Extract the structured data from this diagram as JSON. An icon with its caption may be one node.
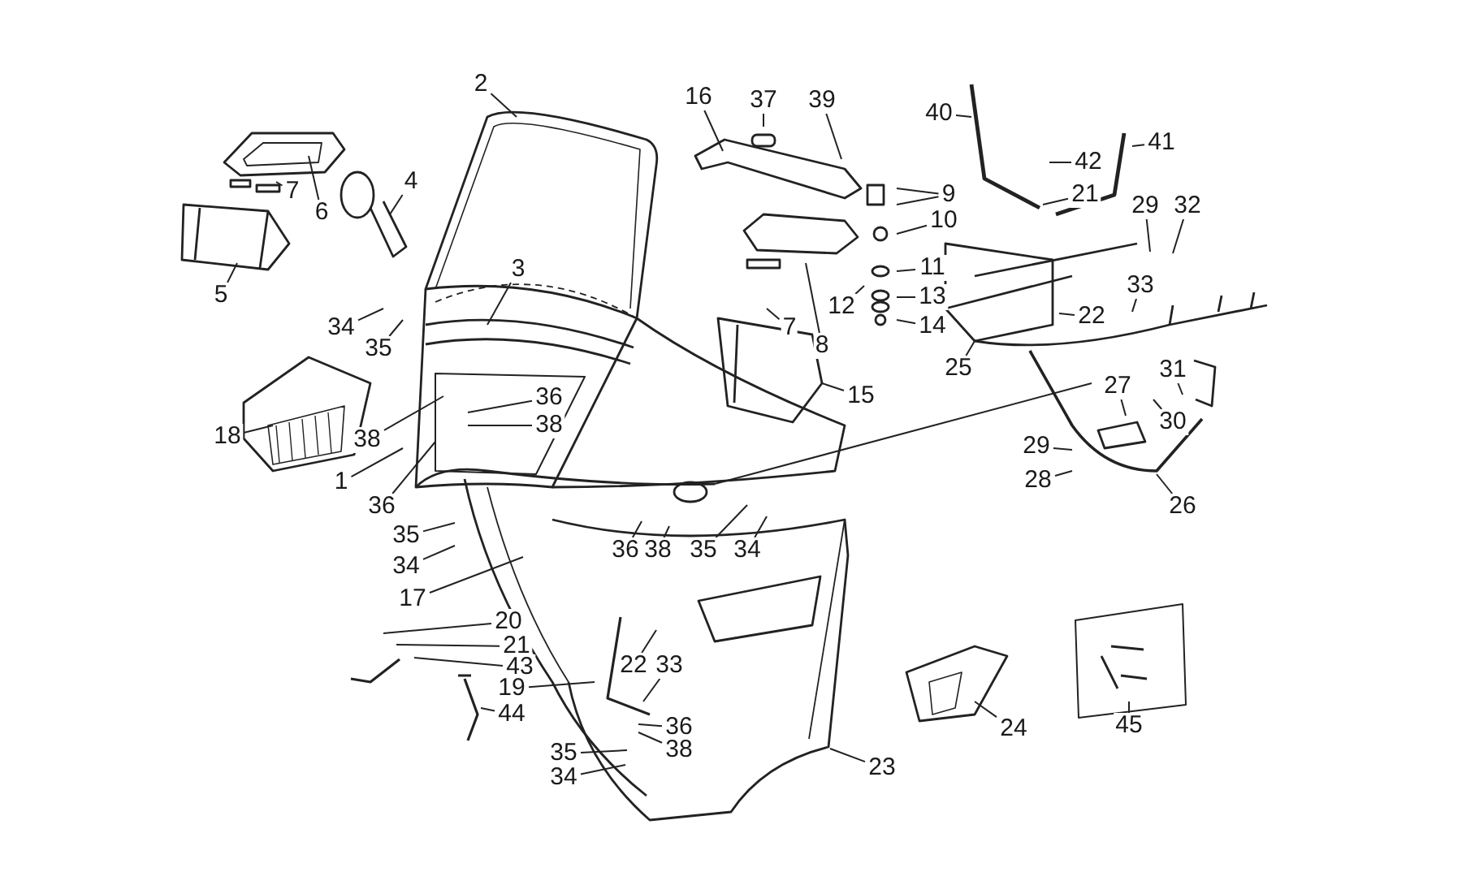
{
  "diagram": {
    "nodes": [
      {
        "text": [
          "2"
        ]
      },
      {
        "text": [
          "16"
        ]
      },
      {
        "text": [
          "37"
        ]
      },
      {
        "text": [
          "39"
        ]
      },
      {
        "text": [
          "40"
        ]
      },
      {
        "text": [
          "41"
        ]
      },
      {
        "text": [
          "4"
        ]
      },
      {
        "text": [
          "42"
        ]
      },
      {
        "text": [
          "21"
        ]
      },
      {
        "text": [
          "7"
        ]
      },
      {
        "text": [
          "6"
        ]
      },
      {
        "text": [
          "29"
        ]
      },
      {
        "text": [
          "32"
        ]
      },
      {
        "text": [
          "9"
        ]
      },
      {
        "text": [
          "10"
        ]
      },
      {
        "text": [
          "3"
        ]
      },
      {
        "text": [
          "11"
        ]
      },
      {
        "text": [
          "5"
        ]
      },
      {
        "text": [
          "12"
        ]
      },
      {
        "text": [
          "13"
        ]
      },
      {
        "text": [
          "22"
        ]
      },
      {
        "text": [
          "33"
        ]
      },
      {
        "text": [
          "14"
        ]
      },
      {
        "text": [
          "34"
        ]
      },
      {
        "text": [
          "7"
        ]
      },
      {
        "text": [
          "35"
        ]
      },
      {
        "text": [
          "8"
        ]
      },
      {
        "text": [
          "25"
        ]
      },
      {
        "text": [
          "15"
        ]
      },
      {
        "text": [
          "18"
        ]
      },
      {
        "text": [
          "36"
        ]
      },
      {
        "text": [
          "38"
        ]
      },
      {
        "text": [
          "31"
        ]
      },
      {
        "text": [
          "27"
        ]
      },
      {
        "text": [
          "30"
        ]
      },
      {
        "text": [
          "38"
        ]
      },
      {
        "text": [
          "1"
        ]
      },
      {
        "text": [
          "29"
        ]
      },
      {
        "text": [
          "28"
        ]
      },
      {
        "text": [
          "26"
        ]
      },
      {
        "text": [
          "36"
        ]
      },
      {
        "text": [
          "35"
        ]
      },
      {
        "text": [
          "34"
        ]
      },
      {
        "text": [
          "36"
        ]
      },
      {
        "text": [
          "38"
        ]
      },
      {
        "text": [
          "35"
        ]
      },
      {
        "text": [
          "34"
        ]
      },
      {
        "text": [
          "17"
        ]
      },
      {
        "text": [
          "20"
        ]
      },
      {
        "text": [
          "21"
        ]
      },
      {
        "text": [
          "43"
        ]
      },
      {
        "text": [
          "22"
        ]
      },
      {
        "text": [
          "33"
        ]
      },
      {
        "text": [
          "19"
        ]
      },
      {
        "text": [
          "44"
        ]
      },
      {
        "text": [
          "24"
        ]
      },
      {
        "text": [
          "36"
        ]
      },
      {
        "text": [
          "38"
        ]
      },
      {
        "text": [
          "35"
        ]
      },
      {
        "text": [
          "34"
        ]
      },
      {
        "text": [
          "23"
        ]
      },
      {
        "text": [
          "45"
        ]
      }
    ],
    "edges": [
      {
        "from": 0,
        "to": null,
        "arrow": "none"
      },
      {
        "from": 1,
        "to": null,
        "arrow": "none"
      },
      {
        "from": 2,
        "to": null,
        "arrow": "none"
      },
      {
        "from": 3,
        "to": null,
        "arrow": "none"
      },
      {
        "from": 4,
        "to": null,
        "arrow": "none"
      },
      {
        "from": 5,
        "to": null,
        "arrow": "none"
      },
      {
        "from": 6,
        "to": null,
        "arrow": "none"
      },
      {
        "from": 7,
        "to": null,
        "arrow": "none"
      },
      {
        "from": 8,
        "to": null,
        "arrow": "none"
      },
      {
        "from": 9,
        "to": null,
        "arrow": "none"
      },
      {
        "from": 10,
        "to": null,
        "arrow": "none"
      },
      {
        "from": 11,
        "to": null,
        "arrow": "none"
      },
      {
        "from": 12,
        "to": null,
        "arrow": "none"
      },
      {
        "from": 13,
        "to": null,
        "arrow": "none"
      },
      {
        "from": 13,
        "to": null,
        "arrow": "none"
      },
      {
        "from": 14,
        "to": null,
        "arrow": "none"
      },
      {
        "from": 15,
        "to": null,
        "arrow": "none"
      },
      {
        "from": 16,
        "to": null,
        "arrow": "none"
      },
      {
        "from": 17,
        "to": null,
        "arrow": "none"
      },
      {
        "from": 18,
        "to": null,
        "arrow": "none"
      },
      {
        "from": 19,
        "to": null,
        "arrow": "none"
      },
      {
        "from": 20,
        "to": null,
        "arrow": "none"
      },
      {
        "from": 21,
        "to": null,
        "arrow": "none"
      },
      {
        "from": 22,
        "to": null,
        "arrow": "none"
      },
      {
        "from": 23,
        "to": null,
        "arrow": "none"
      },
      {
        "from": 24,
        "to": null,
        "arrow": "none"
      },
      {
        "from": 25,
        "to": null,
        "arrow": "none"
      },
      {
        "from": 26,
        "to": null,
        "arrow": "none"
      },
      {
        "from": 27,
        "to": null,
        "arrow": "none"
      },
      {
        "from": 28,
        "to": null,
        "arrow": "none"
      },
      {
        "from": 29,
        "to": null,
        "arrow": "none"
      },
      {
        "from": 30,
        "to": null,
        "arrow": "none"
      },
      {
        "from": 31,
        "to": null,
        "arrow": "none"
      },
      {
        "from": 32,
        "to": null,
        "arrow": "none"
      },
      {
        "from": 33,
        "to": null,
        "arrow": "none"
      },
      {
        "from": 34,
        "to": null,
        "arrow": "none"
      },
      {
        "from": 35,
        "to": null,
        "arrow": "none"
      },
      {
        "from": 36,
        "to": null,
        "arrow": "none"
      },
      {
        "from": 37,
        "to": null,
        "arrow": "none"
      },
      {
        "from": 38,
        "to": null,
        "arrow": "none"
      },
      {
        "from": 39,
        "to": null,
        "arrow": "none"
      },
      {
        "from": 40,
        "to": null,
        "arrow": "none"
      },
      {
        "from": 41,
        "to": null,
        "arrow": "none"
      },
      {
        "from": 42,
        "to": null,
        "arrow": "none"
      },
      {
        "from": 43,
        "to": null,
        "arrow": "none"
      },
      {
        "from": 44,
        "to": null,
        "arrow": "none"
      },
      {
        "from": 45,
        "to": null,
        "arrow": "none"
      },
      {
        "from": 46,
        "to": null,
        "arrow": "none"
      },
      {
        "from": 47,
        "to": null,
        "arrow": "none"
      },
      {
        "from": 48,
        "to": null,
        "arrow": "none"
      },
      {
        "from": 49,
        "to": null,
        "arrow": "none"
      },
      {
        "from": 50,
        "to": null,
        "arrow": "none"
      },
      {
        "from": 51,
        "to": null,
        "arrow": "none"
      },
      {
        "from": 52,
        "to": null,
        "arrow": "none"
      },
      {
        "from": 53,
        "to": null,
        "arrow": "none"
      },
      {
        "from": 54,
        "to": null,
        "arrow": "none"
      },
      {
        "from": 55,
        "to": null,
        "arrow": "none"
      },
      {
        "from": 56,
        "to": null,
        "arrow": "none"
      },
      {
        "from": 57,
        "to": null,
        "arrow": "none"
      },
      {
        "from": 58,
        "to": null,
        "arrow": "none"
      },
      {
        "from": 59,
        "to": null,
        "arrow": "none"
      },
      {
        "from": 60,
        "to": null,
        "arrow": "none"
      },
      {
        "from": 61,
        "to": null,
        "arrow": "none"
      }
    ]
  }
}
